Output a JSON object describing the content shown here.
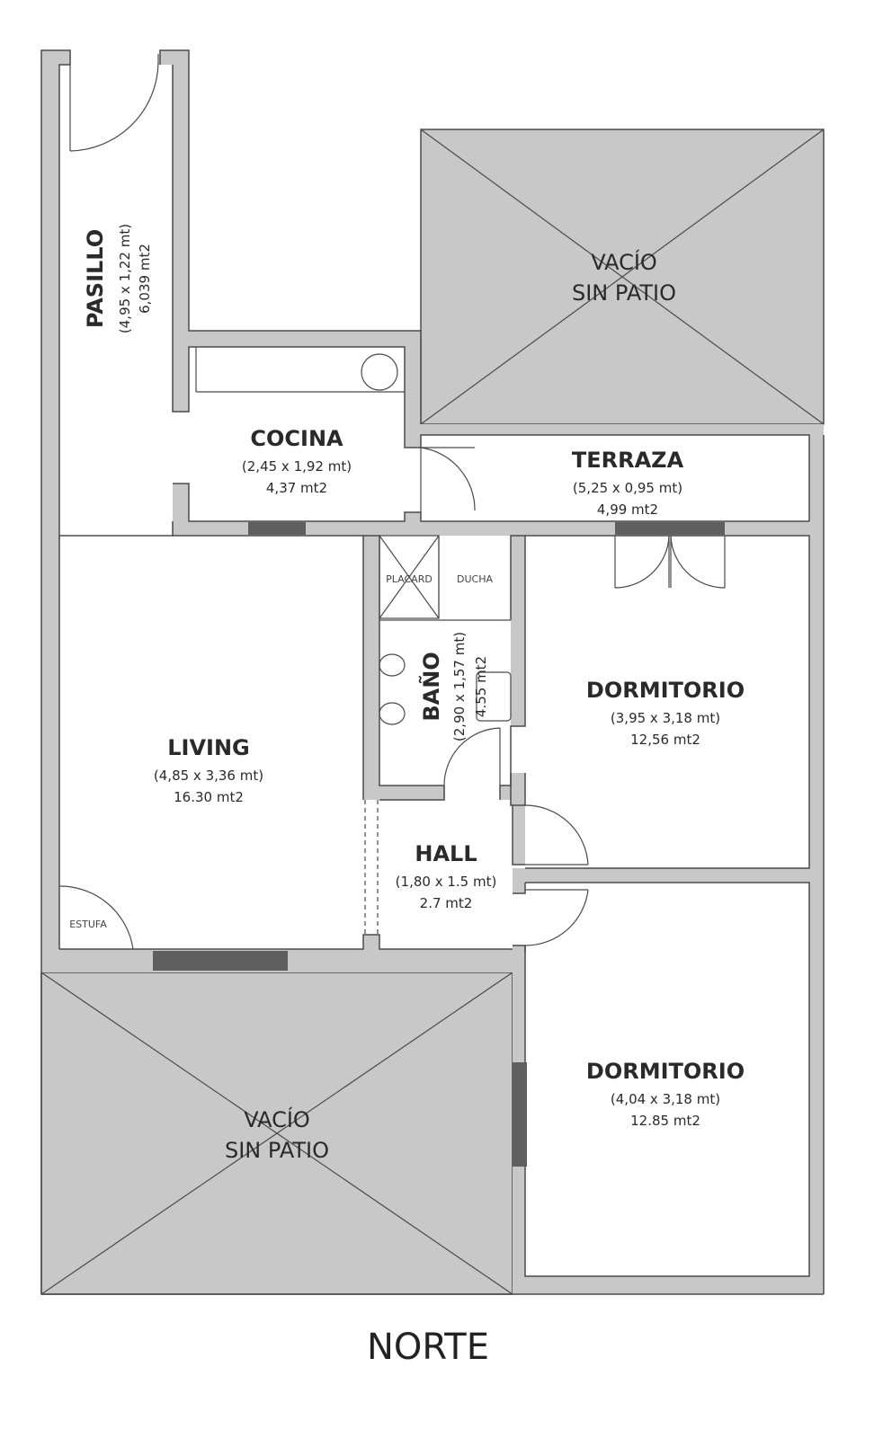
{
  "colors": {
    "wall_fill": "#c8c8c8",
    "void_fill": "#c8c8c8",
    "window": "#5f5f5f",
    "outline": "#4a4a4a",
    "text": "#2a2a2a",
    "background": "#ffffff"
  },
  "rooms": {
    "pasillo": {
      "name": "PASILLO",
      "dims": "(4,95 x 1,22 mt)",
      "area": "6,039 mt2"
    },
    "cocina": {
      "name": "COCINA",
      "dims": "(2,45 x 1,92 mt)",
      "area": "4,37 mt2"
    },
    "terraza": {
      "name": "TERRAZA",
      "dims": "(5,25 x 0,95 mt)",
      "area": "4,99 mt2"
    },
    "living": {
      "name": "LIVING",
      "dims": "(4,85 x 3,36 mt)",
      "area": "16.30 mt2"
    },
    "bano": {
      "name": "BAÑO",
      "dims": "(2,90 x 1,57 mt)",
      "area": "4.55 mt2"
    },
    "dormitorio1": {
      "name": "DORMITORIO",
      "dims": "(3,95 x 3,18 mt)",
      "area": "12,56 mt2"
    },
    "hall": {
      "name": "HALL",
      "dims": "(1,80 x 1.5 mt)",
      "area": "2.7 mt2"
    },
    "dormitorio2": {
      "name": "DORMITORIO",
      "dims": "(4,04 x 3,18 mt)",
      "area": "12.85 mt2"
    }
  },
  "fixtures": {
    "placard": "PLACARD",
    "ducha": "DUCHA",
    "estufa": "ESTUFA"
  },
  "voids": {
    "top": {
      "line1": "VACÍO",
      "line2": "SIN PATIO"
    },
    "bottom": {
      "line1": "VACÍO",
      "line2": "SIN PATIO"
    }
  },
  "orientation": "NORTE"
}
